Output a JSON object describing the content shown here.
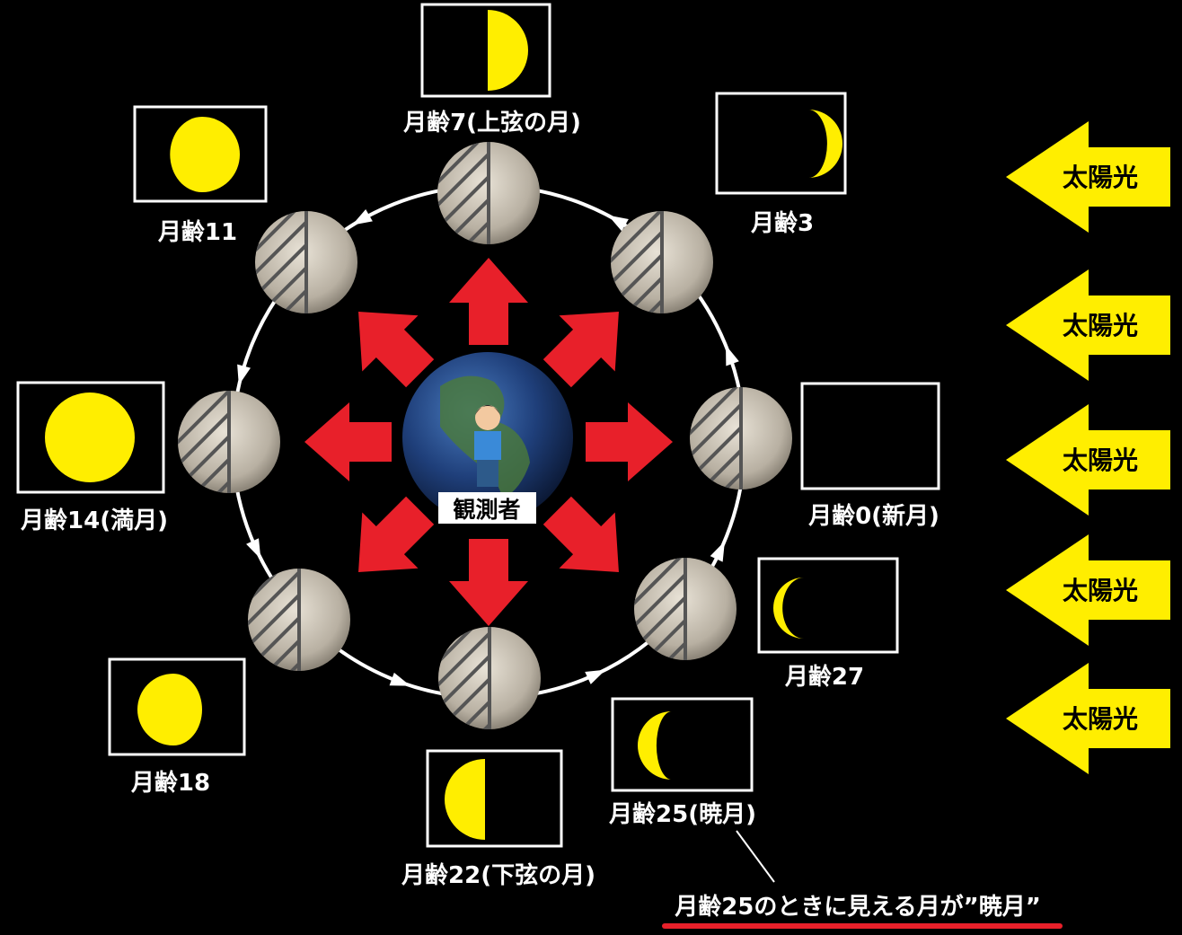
{
  "colors": {
    "background": "#000000",
    "moon_lit": "#ffee00",
    "arrow_red": "#e8202a",
    "sunlight": "#ffee00",
    "box_border": "#ffffff",
    "underline": "#e8202a"
  },
  "observer": {
    "label": "観測者",
    "icon": "person-on-earth-icon"
  },
  "phases": [
    {
      "label": "月齢7(上弦の月)",
      "icon": "first-quarter-moon-icon"
    },
    {
      "label": "月齢3",
      "icon": "waxing-crescent-moon-icon"
    },
    {
      "label": "月齢11",
      "icon": "waxing-gibbous-moon-icon"
    },
    {
      "label": "月齢14(満月)",
      "icon": "full-moon-icon"
    },
    {
      "label": "月齢0(新月)",
      "icon": "new-moon-icon"
    },
    {
      "label": "月齢27",
      "icon": "thin-waning-crescent-moon-icon"
    },
    {
      "label": "月齢18",
      "icon": "waning-gibbous-moon-icon"
    },
    {
      "label": "月齢25(暁月)",
      "icon": "waning-crescent-moon-icon"
    },
    {
      "label": "月齢22(下弦の月)",
      "icon": "last-quarter-moon-icon"
    }
  ],
  "sunlight": [
    "太陽光",
    "太陽光",
    "太陽光",
    "太陽光",
    "太陽光"
  ],
  "caption": {
    "text": "月齢25のときに見える月が”暁月”"
  }
}
